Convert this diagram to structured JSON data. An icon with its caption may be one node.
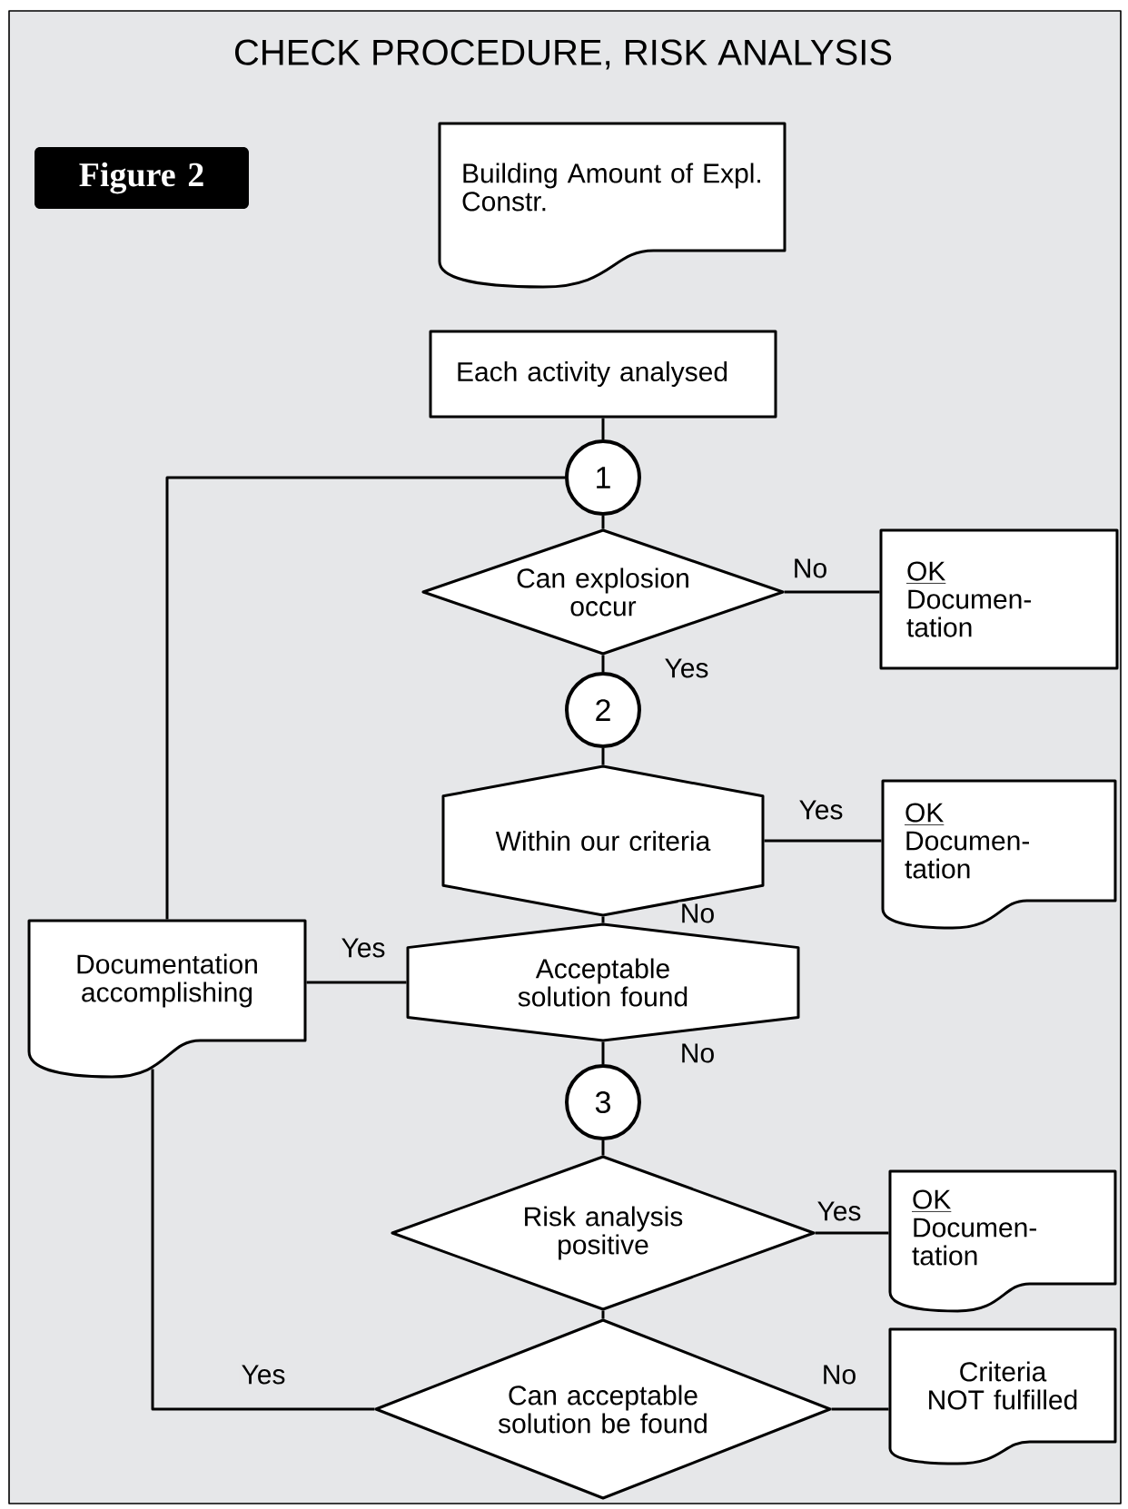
{
  "diagram": {
    "title": "CHECK PROCEDURE, RISK ANALYSIS",
    "nodes": [
      {
        "text": [
          "Figure 2"
        ]
      },
      {
        "text": [
          "Building Amount of Expl. Constr."
        ]
      },
      {
        "text": [
          "Each activity analysed"
        ]
      },
      {
        "text": [
          "1"
        ]
      },
      {
        "text": [
          "Can explosion occur"
        ]
      },
      {
        "text": [
          "OK",
          "Documen- tation"
        ]
      },
      {
        "text": [
          "2"
        ]
      },
      {
        "text": [
          "Within our criteria"
        ]
      },
      {
        "text": [
          "OK",
          "Documen- tation"
        ]
      },
      {
        "text": [
          "Documentation accomplishing"
        ]
      },
      {
        "text": [
          "Acceptable solution found"
        ]
      },
      {
        "text": [
          "3"
        ]
      },
      {
        "text": [
          "Risk analysis positive"
        ]
      },
      {
        "text": [
          "OK",
          "Documen- tation"
        ]
      },
      {
        "text": [
          "Can acceptable solution be found"
        ]
      },
      {
        "text": [
          "Criteria NOT fulfilled"
        ]
      }
    ],
    "edges": [
      {
        "from": 2,
        "to": 3,
        "arrow": "none"
      },
      {
        "from": 3,
        "to": 4,
        "arrow": "none"
      },
      {
        "from": 4,
        "to": 5,
        "arrow": "none",
        "label": "No"
      },
      {
        "from": 4,
        "to": 6,
        "arrow": "none",
        "label": "Yes"
      },
      {
        "from": 6,
        "to": 7,
        "arrow": "none"
      },
      {
        "from": 7,
        "to": 8,
        "arrow": "none",
        "label": "Yes"
      },
      {
        "from": 7,
        "to": 10,
        "arrow": "none",
        "label": "No"
      },
      {
        "from": 10,
        "to": 9,
        "arrow": "none",
        "label": "Yes"
      },
      {
        "from": 10,
        "to": 11,
        "arrow": "none",
        "label": "No"
      },
      {
        "from": 11,
        "to": 12,
        "arrow": "none"
      },
      {
        "from": 12,
        "to": 13,
        "arrow": "none",
        "label": "Yes"
      },
      {
        "from": 12,
        "to": 14,
        "arrow": "none"
      },
      {
        "from": 14,
        "to": 15,
        "arrow": "none",
        "label": "No"
      },
      {
        "from": 14,
        "to": 9,
        "arrow": "none",
        "label": "Yes"
      },
      {
        "from": 9,
        "to": 3,
        "arrow": "none"
      }
    ]
  }
}
